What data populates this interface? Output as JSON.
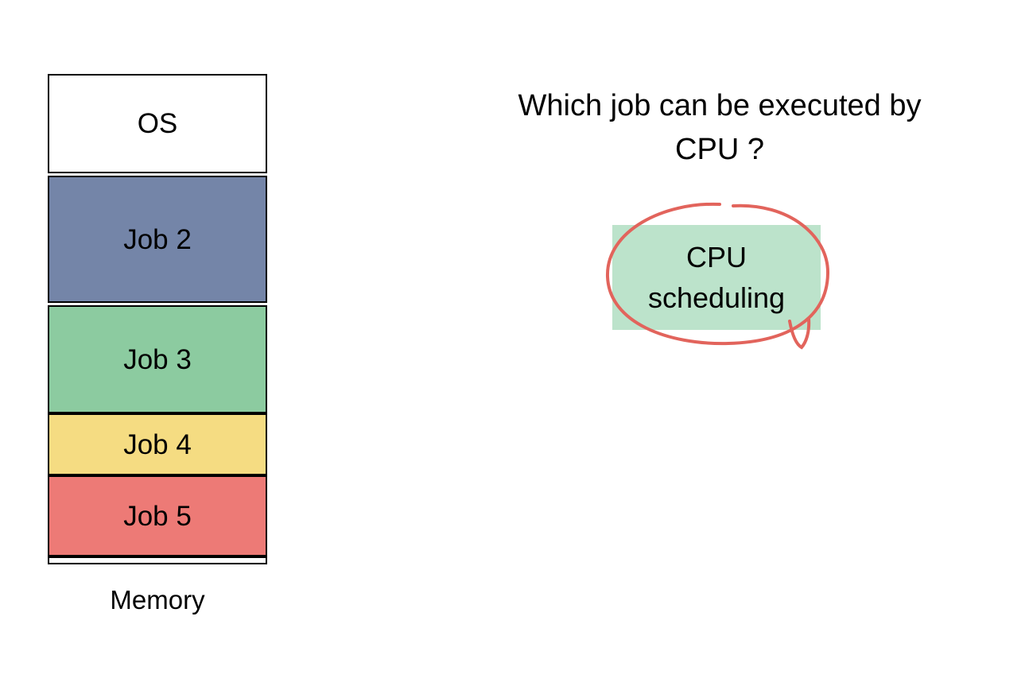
{
  "memory_stack": {
    "label": "Memory",
    "border_color": "#000000",
    "segments": [
      {
        "name": "OS",
        "color": "#ffffff",
        "height": 125,
        "gap_after": true
      },
      {
        "name": "Job 2",
        "color": "#7485a8",
        "height": 160,
        "gap_after": true
      },
      {
        "name": "Job 3",
        "color": "#8ccba0",
        "height": 136,
        "gap_after": false
      },
      {
        "name": "Job 4",
        "color": "#f5dc82",
        "height": 78,
        "gap_after": false
      },
      {
        "name": "Job 5",
        "color": "#ed7a76",
        "height": 102,
        "gap_after": false
      },
      {
        "name": "",
        "color": "#ffffff",
        "height": 10,
        "gap_after": false
      }
    ]
  },
  "question": {
    "line1": "Which job can be executed by",
    "line2": "CPU ?"
  },
  "answer": {
    "line1": "CPU",
    "line2": "scheduling",
    "highlight_color": "#bce3cb",
    "annotation": "hand-drawn-circle",
    "annotation_color": "#e2645c"
  }
}
